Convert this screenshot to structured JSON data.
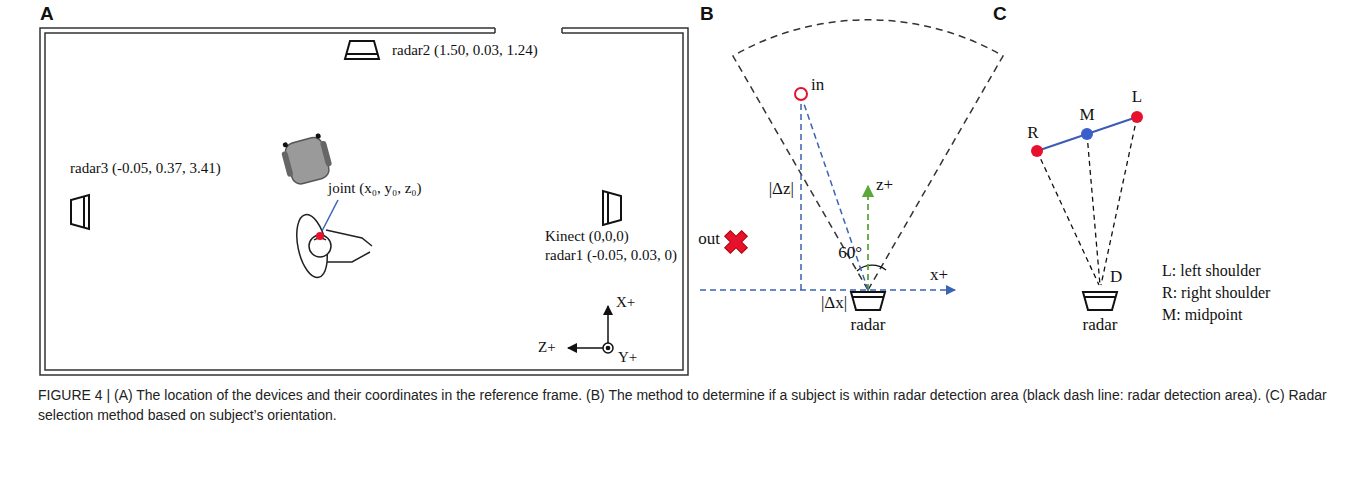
{
  "diagram": {
    "caption": "FIGURE 4 | (A) The location of the devices and their coordinates in the reference frame. (B) The method to determine if a subject is within radar detection area (black dash line: radar detection area). (C) Radar selection method based on subject’s orientation.",
    "labels": [
      "A",
      "radar2 (1.50, 0.03, 1.24)",
      "radar3 (-0.05, 0.37, 3.41)",
      "joint (x₀, y₀, z₀)",
      "Kinect (0,0,0)",
      "radar1 (-0.05, 0.03, 0)",
      "X+",
      "Z+",
      "Y+",
      "B",
      "out",
      "in",
      "|Δz|",
      "z+",
      "60°",
      "x+",
      "|Δx|",
      "radar",
      "C",
      "L",
      "M",
      "R",
      "D",
      "radar",
      "L: left shoulder",
      "R: right shoulder",
      "M: midpoint"
    ]
  }
}
